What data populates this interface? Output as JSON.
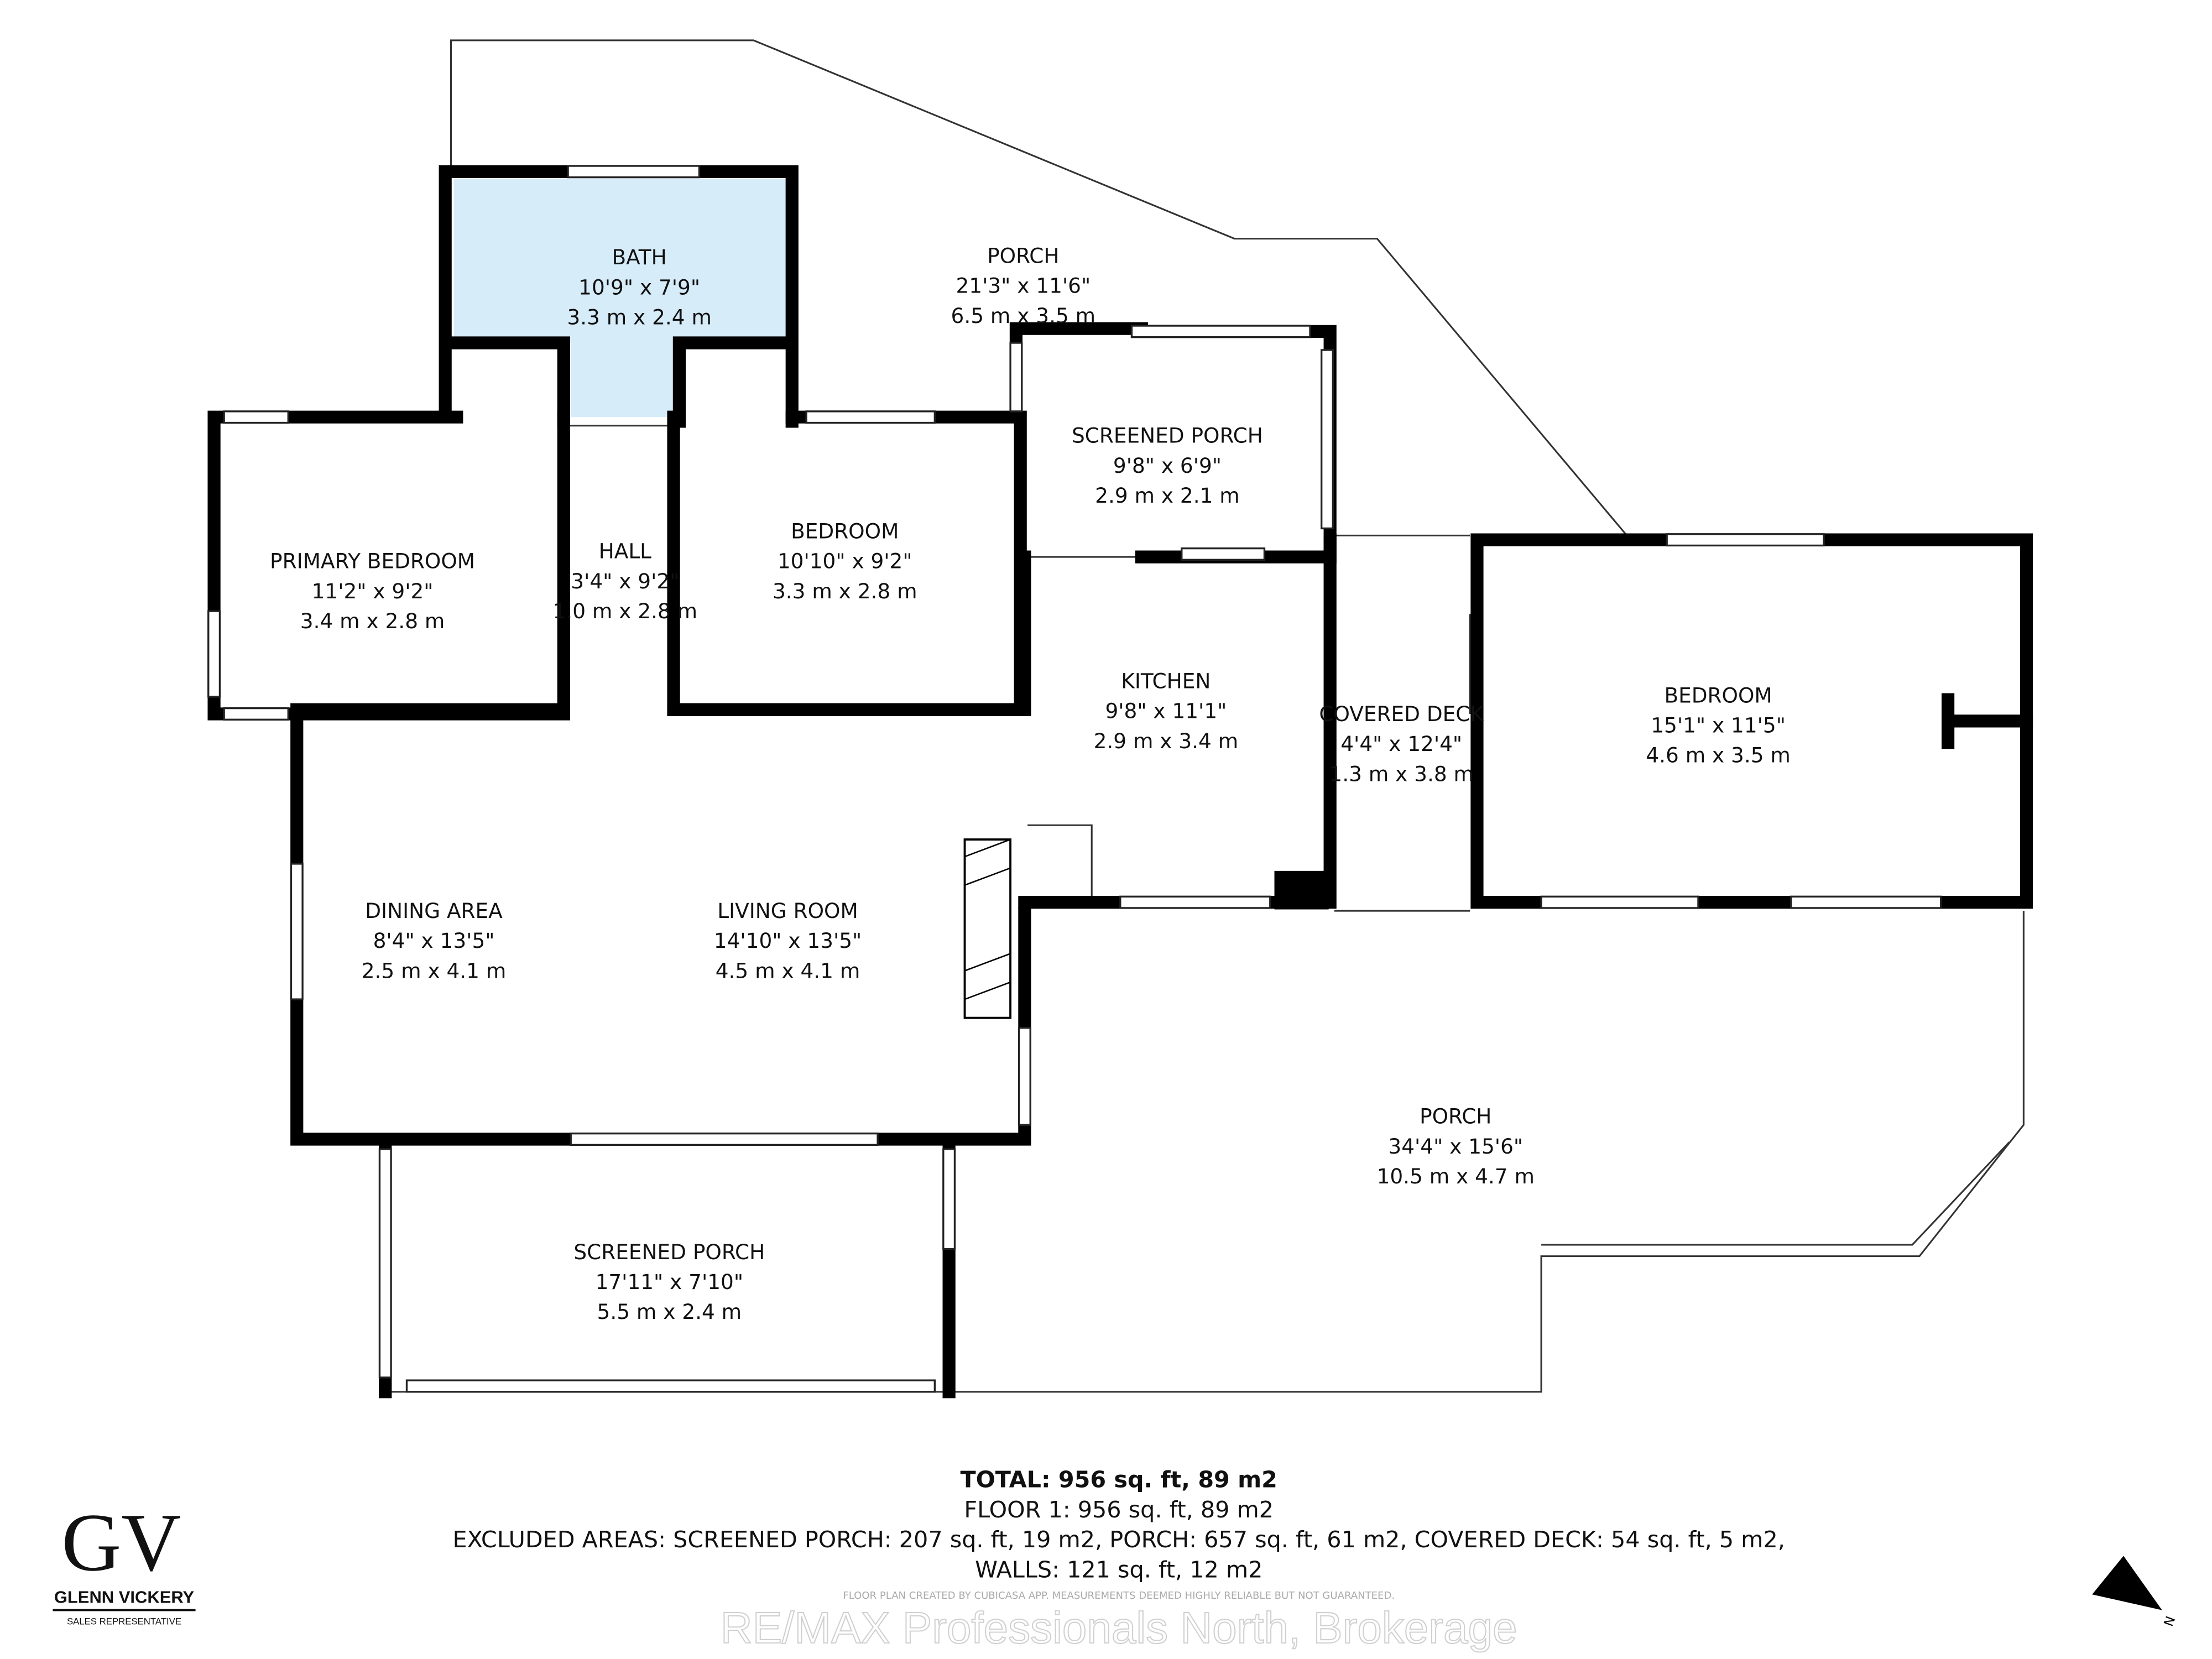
{
  "rooms": [
    {
      "name": "BATH",
      "imperial": "10'9\" x 7'9\"",
      "metric": "3.3 m x 2.4 m"
    },
    {
      "name": "PORCH",
      "imperial": "21'3\" x 11'6\"",
      "metric": "6.5 m x 3.5 m"
    },
    {
      "name": "SCREENED PORCH",
      "imperial": "9'8\" x 6'9\"",
      "metric": "2.9 m x 2.1 m"
    },
    {
      "name": "PRIMARY BEDROOM",
      "imperial": "11'2\" x 9'2\"",
      "metric": "3.4 m x 2.8 m"
    },
    {
      "name": "HALL",
      "imperial": "3'4\" x 9'2\"",
      "metric": "1.0 m x 2.8 m"
    },
    {
      "name": "BEDROOM",
      "imperial": "10'10\" x 9'2\"",
      "metric": "3.3 m x 2.8 m"
    },
    {
      "name": "KITCHEN",
      "imperial": "9'8\" x 11'1\"",
      "metric": "2.9 m x 3.4 m"
    },
    {
      "name": "COVERED DECK",
      "imperial": "4'4\" x 12'4\"",
      "metric": "1.3 m x 3.8 m"
    },
    {
      "name": "BEDROOM",
      "imperial": "15'1\" x 11'5\"",
      "metric": "4.6 m x 3.5 m"
    },
    {
      "name": "DINING AREA",
      "imperial": "8'4\" x 13'5\"",
      "metric": "2.5 m x 4.1 m"
    },
    {
      "name": "LIVING ROOM",
      "imperial": "14'10\" x 13'5\"",
      "metric": "4.5 m x 4.1 m"
    },
    {
      "name": "PORCH",
      "imperial": "34'4\" x 15'6\"",
      "metric": "10.5 m x 4.7 m"
    },
    {
      "name": "SCREENED PORCH",
      "imperial": "17'11\" x 7'10\"",
      "metric": "5.5 m x 2.4 m"
    }
  ],
  "summary": {
    "total": "TOTAL: 956 sq. ft, 89 m2",
    "floor": "FLOOR 1: 956 sq. ft, 89 m2",
    "excluded": "EXCLUDED AREAS: SCREENED PORCH: 207 sq. ft, 19 m2, PORCH: 657 sq. ft, 61 m2, COVERED DECK: 54 sq. ft, 5 m2,",
    "walls": "WALLS: 121 sq. ft, 12 m2"
  },
  "watermark": "RE/MAX Professionals North, Brokerage",
  "disclaimer": "FLOOR PLAN CREATED BY CUBICASA APP. MEASUREMENTS DEEMED HIGHLY RELIABLE BUT NOT GUARANTEED.",
  "logo": {
    "monogram": "GV",
    "name": "GLENN VICKERY",
    "title": "SALES REPRESENTATIVE"
  },
  "compass": {
    "label": "N",
    "icon": "north-arrow-icon"
  },
  "colors": {
    "bath_fill": "#d7ecf9",
    "wall": "#000000"
  }
}
